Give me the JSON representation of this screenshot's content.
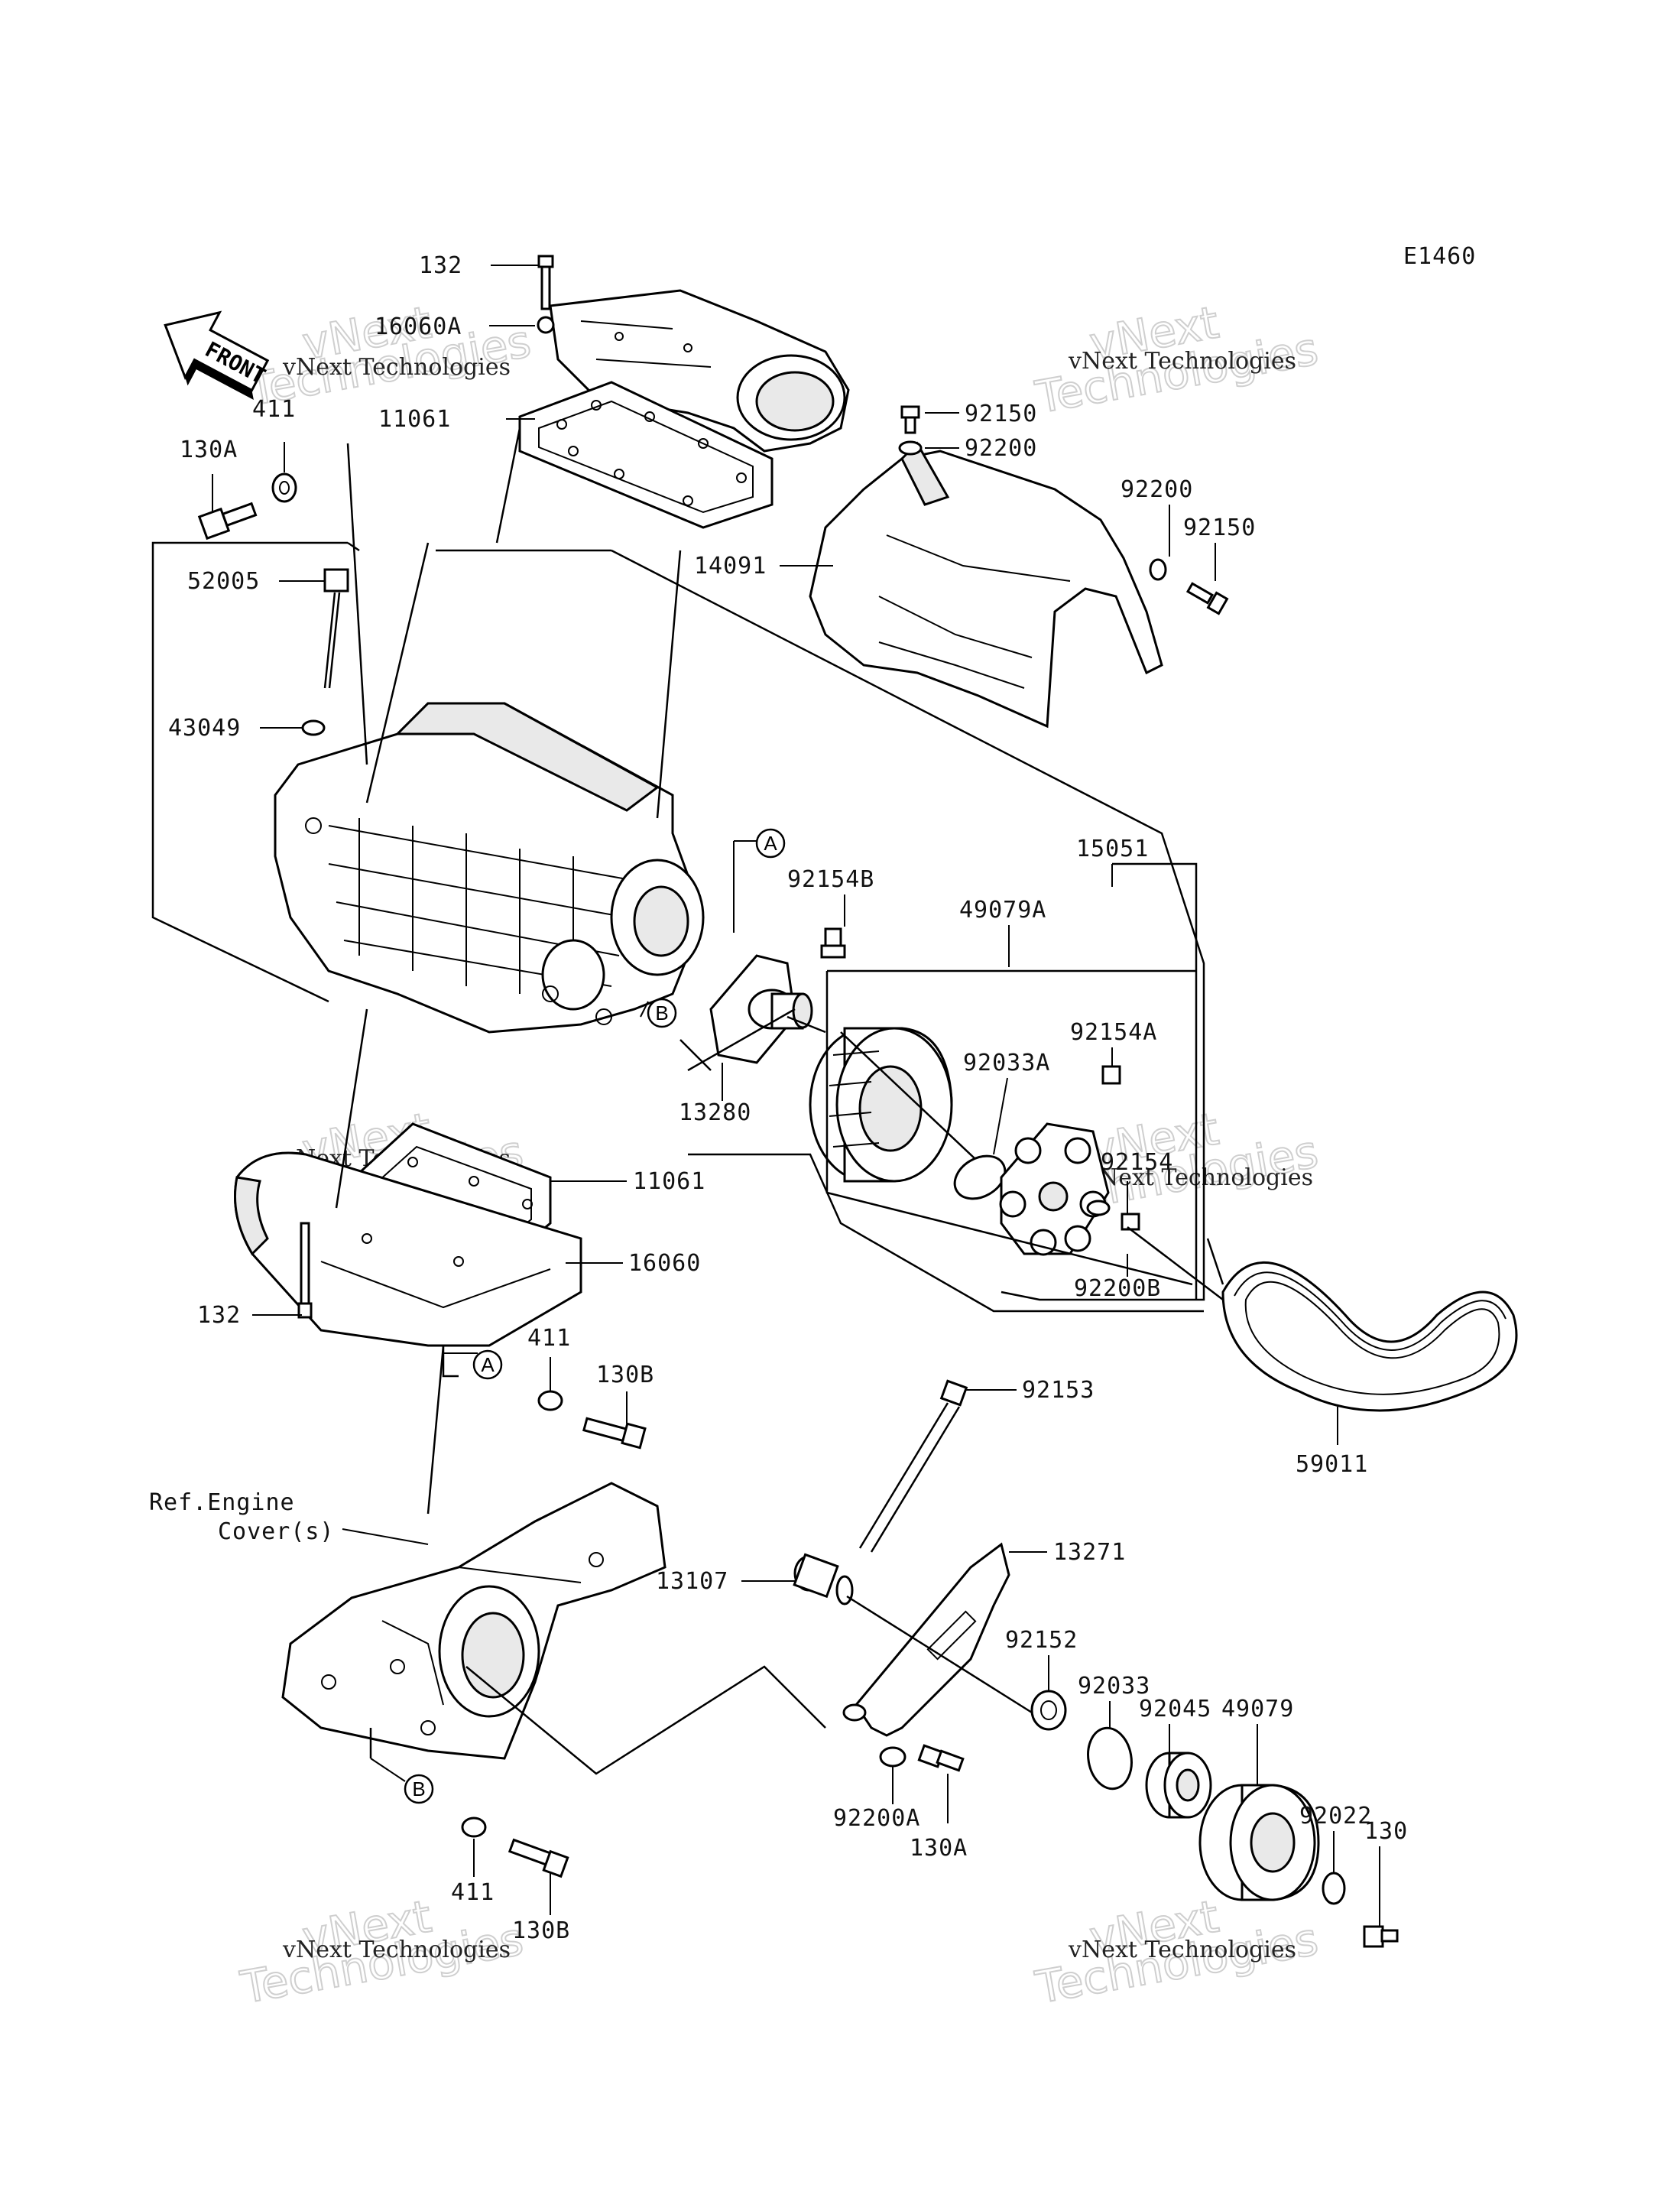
{
  "diagram_code": "E1460",
  "front_label": "FRONT",
  "ref_note": {
    "line1": "Ref.Engine",
    "line2": "Cover(s)"
  },
  "watermark": {
    "line1": "vNext Technologies",
    "line2": "Technologies",
    "line3": "vNext"
  },
  "callouts": {
    "a": "A",
    "b": "B"
  },
  "parts": {
    "p132_top": "132",
    "p16060A": "16060A",
    "p11061_top": "11061",
    "p411_top": "411",
    "p130A_top": "130A",
    "p52005": "52005",
    "p43049": "43049",
    "p92150_a": "92150",
    "p92200_a": "92200",
    "p14091": "14091",
    "p92200_b": "92200",
    "p92150_b": "92150",
    "p92154B": "92154B",
    "p15051": "15051",
    "p49079A": "49079A",
    "p92033A": "92033A",
    "p92154A": "92154A",
    "p13280": "13280",
    "p92154": "92154",
    "p11061_bot": "11061",
    "p16060": "16060",
    "p92200B": "92200B",
    "p132_bot": "132",
    "p411_mid": "411",
    "p130B_top": "130B",
    "p92153": "92153",
    "p59011": "59011",
    "p13271": "13271",
    "p13107": "13107",
    "p92152": "92152",
    "p92033": "92033",
    "p92045": "92045",
    "p49079": "49079",
    "p92022": "92022",
    "p130": "130",
    "p92200A": "92200A",
    "p130A_bot": "130A",
    "p411_bot": "411",
    "p130B_bot": "130B"
  }
}
